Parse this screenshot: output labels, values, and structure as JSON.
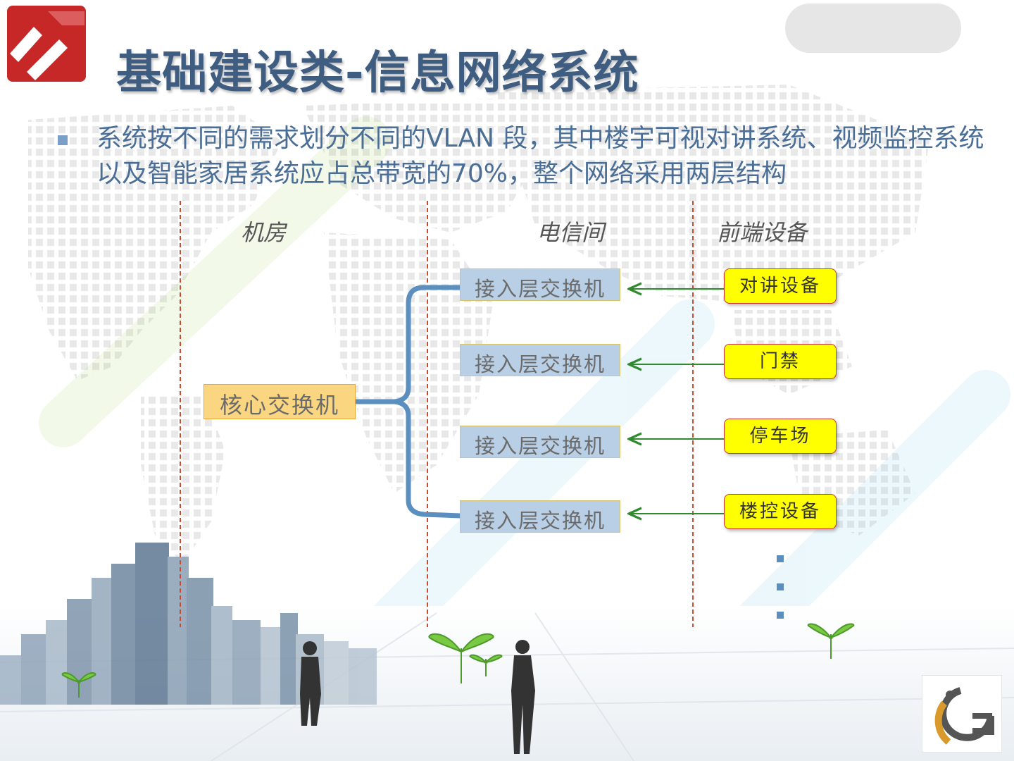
{
  "slide": {
    "title": "基础建设类-信息网络系统",
    "bullet": "系统按不同的需求划分不同的VLAN 段，其中楼宇可视对讲系统、视频监控系统以及智能家居系统应占总带宽的70%，整个网络采用两层结构"
  },
  "diagram": {
    "columns": [
      "机房",
      "电信间",
      "前端设备"
    ],
    "core_switch": "核心交换机",
    "access_switches": [
      "接入层交换机",
      "接入层交换机",
      "接入层交换机",
      "接入层交换机"
    ],
    "devices": [
      "对讲设备",
      "门禁",
      "停车场",
      "楼控设备"
    ],
    "more_dots": 3
  },
  "colors": {
    "title": "#3e5d80",
    "bullet_text": "#4a6e96",
    "core_fill": "#fbd680",
    "access_fill": "#b8cfe6",
    "device_fill": "#ffff00",
    "connector": "#5b8fbf",
    "arrow": "#2e8b2e",
    "divider": "#cc4b2e"
  }
}
